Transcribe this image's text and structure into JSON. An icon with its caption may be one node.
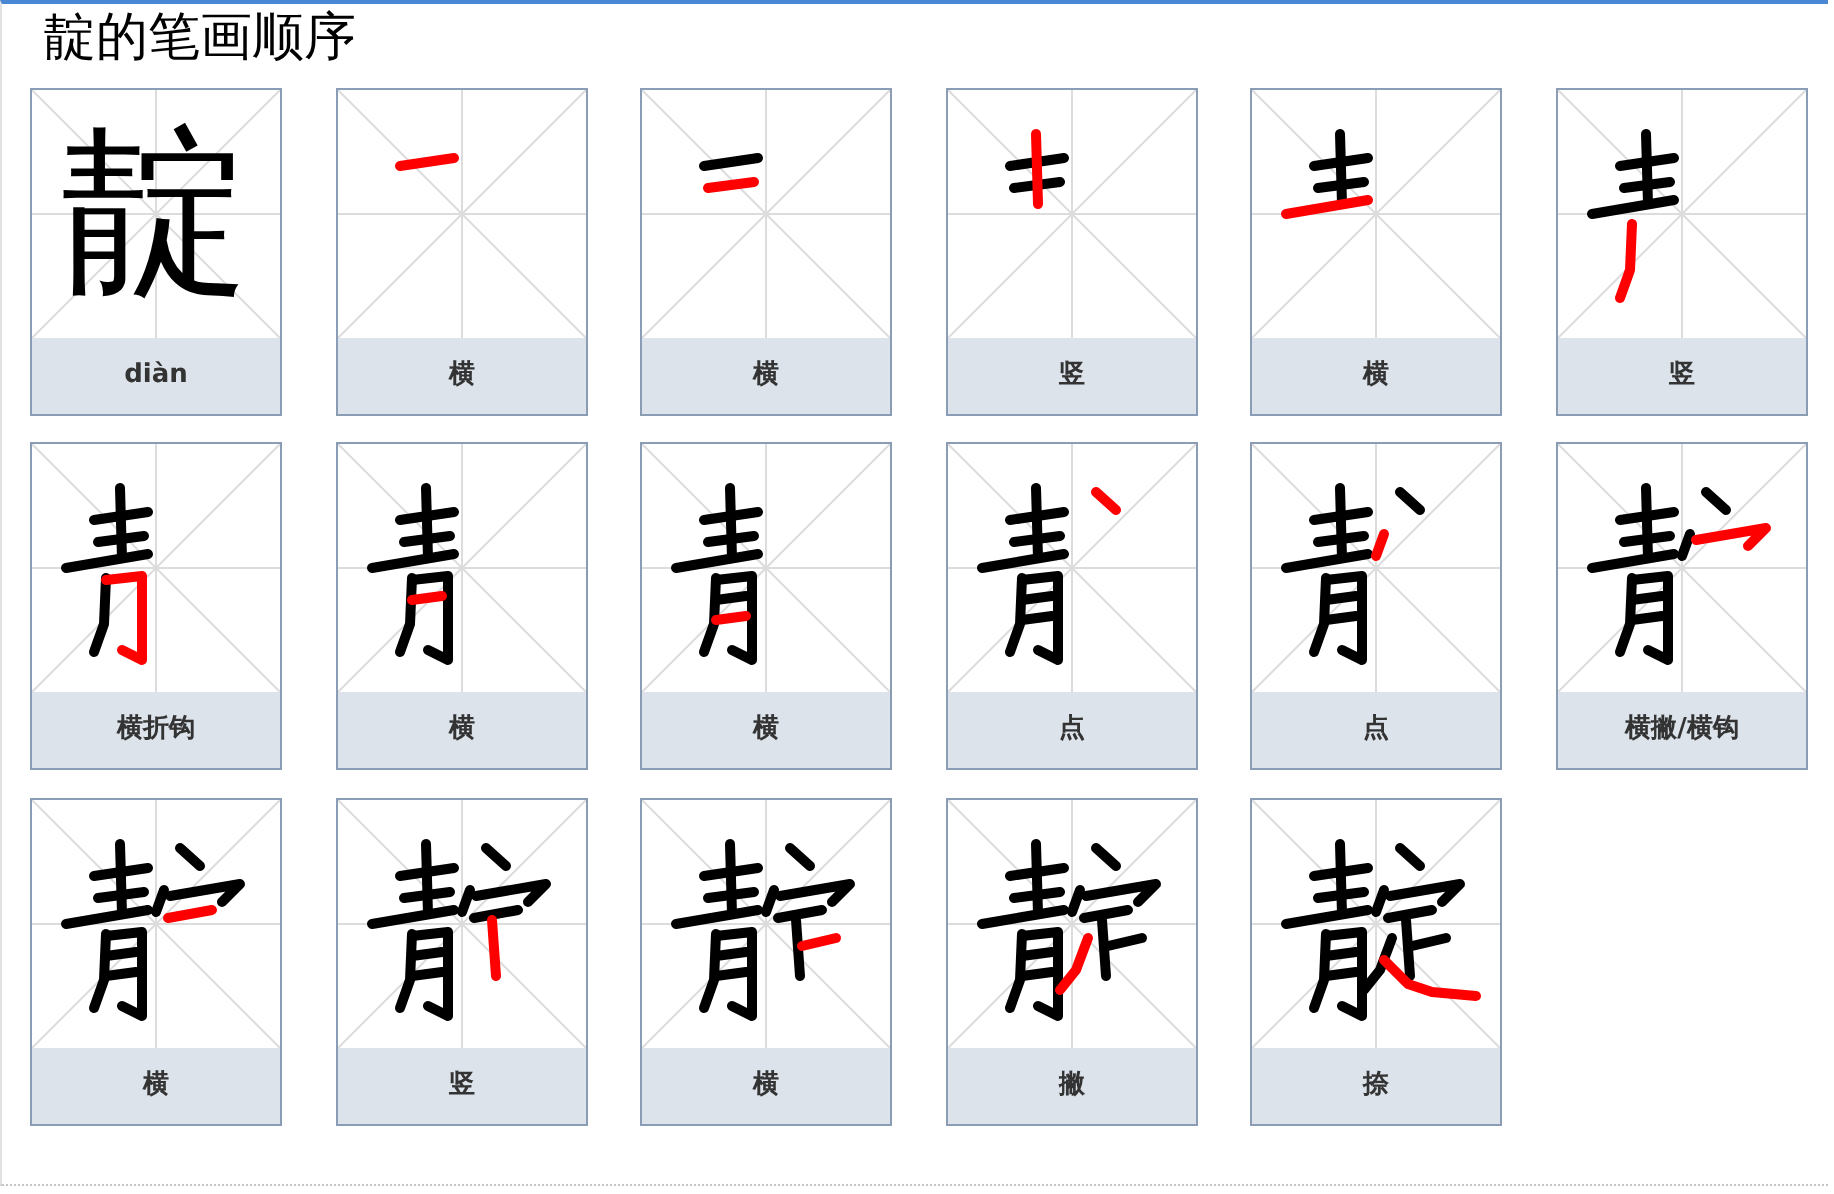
{
  "diagram": {
    "title": "靛的笔画顺序",
    "nodes": [
      {
        "text": [
          "靛",
          "diàn"
        ]
      },
      {
        "text": [
          "横"
        ]
      },
      {
        "text": [
          "横"
        ]
      },
      {
        "text": [
          "竖"
        ]
      },
      {
        "text": [
          "横"
        ]
      },
      {
        "text": [
          "竖"
        ]
      },
      {
        "text": [
          "横折钩"
        ]
      },
      {
        "text": [
          "横"
        ]
      },
      {
        "text": [
          "横"
        ]
      },
      {
        "text": [
          "点"
        ]
      },
      {
        "text": [
          "点"
        ]
      },
      {
        "text": [
          "横撇/横钩"
        ]
      },
      {
        "text": [
          "横"
        ]
      },
      {
        "text": [
          "竖"
        ]
      },
      {
        "text": [
          "横"
        ]
      },
      {
        "text": [
          "撇"
        ]
      },
      {
        "text": [
          "捺"
        ]
      }
    ]
  }
}
